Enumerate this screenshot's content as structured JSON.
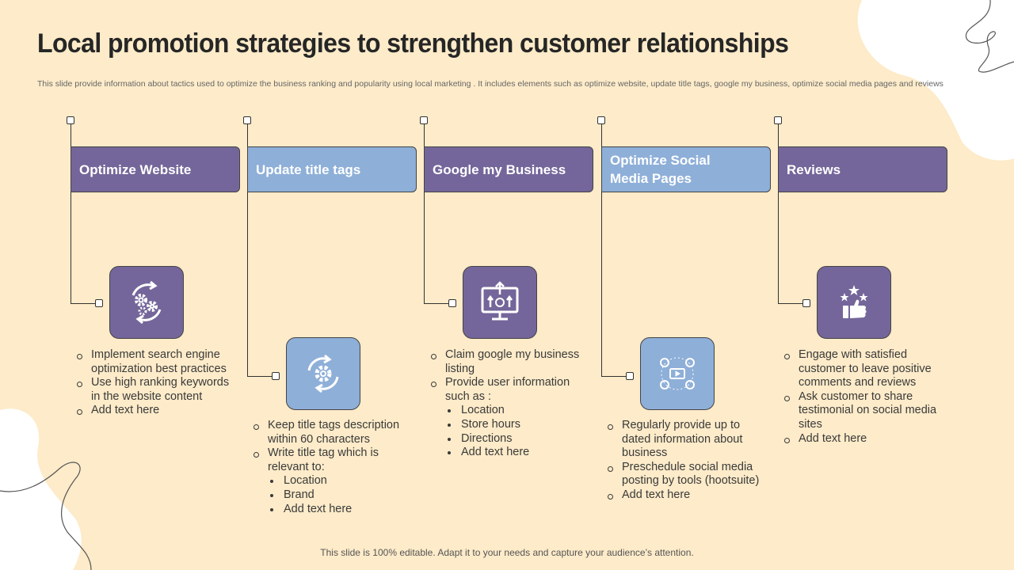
{
  "page": {
    "title": "Local promotion strategies to strengthen customer relationships",
    "subtitle": "This slide provide information about tactics used to optimize the business ranking and popularity using local marketing . It includes elements such as optimize website, update title tags, google my business, optimize social media pages and reviews",
    "footer": "This slide is 100% editable. Adapt it to your needs and capture your audience’s attention."
  },
  "colors": {
    "background": "#fdebc9",
    "purple": "#74669a",
    "blue": "#8eafd8",
    "text": "#3a3a3a"
  },
  "steps": [
    {
      "header": "Optimize Website",
      "icon": "gears-cycle-icon",
      "color": "purple",
      "items": [
        {
          "text": "Implement search engine optimization best practices"
        },
        {
          "text": "Use high ranking keywords in the website content"
        },
        {
          "text": "Add text here"
        }
      ]
    },
    {
      "header": "Update title tags",
      "icon": "gear-refresh-icon",
      "color": "blue",
      "items": [
        {
          "text": "Keep title tags description within 60 characters"
        },
        {
          "text": "Write title tag which is relevant to:",
          "sub": [
            "Location",
            "Brand",
            "Add text here"
          ]
        }
      ]
    },
    {
      "header": "Google my Business",
      "icon": "monitor-growth-icon",
      "color": "purple",
      "items": [
        {
          "text": "Claim google my business listing"
        },
        {
          "text": "Provide user information such as :",
          "sub": [
            "Location",
            "Store hours",
            "Directions",
            "Add text here"
          ]
        }
      ]
    },
    {
      "header": "Optimize Social Media Pages",
      "icon": "social-media-network-icon",
      "color": "blue",
      "items": [
        {
          "text": "Regularly provide up to dated information  about business"
        },
        {
          "text": "Preschedule social media posting by tools (hootsuite)"
        },
        {
          "text": "Add text here"
        }
      ]
    },
    {
      "header": "Reviews",
      "icon": "thumbs-up-stars-icon",
      "color": "purple",
      "items": [
        {
          "text": "Engage with satisfied customer to leave positive comments and reviews"
        },
        {
          "text": "Ask customer to share testimonial on social media sites"
        },
        {
          "text": "Add text here"
        }
      ]
    }
  ]
}
